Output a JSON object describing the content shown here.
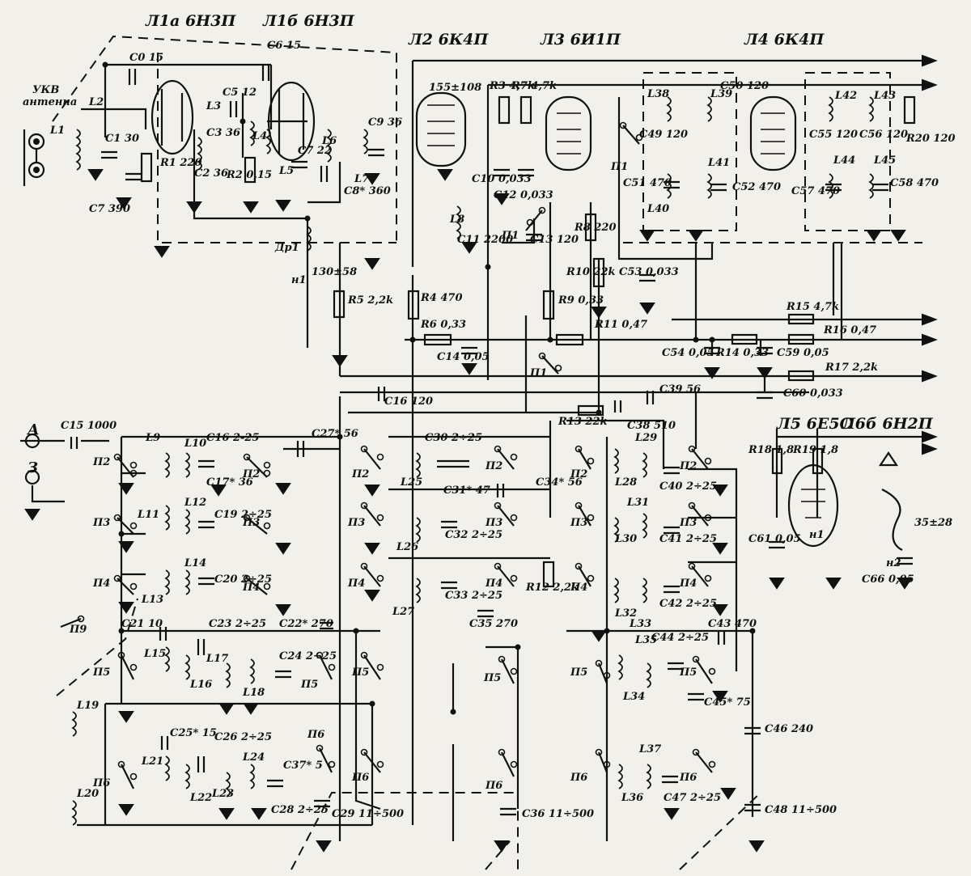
{
  "tubes": {
    "l1a": "Л1а 6Н3П",
    "l1b": "Л1б 6Н3П",
    "l2": "Л2 6К4П",
    "l3": "Л3 6И1П",
    "l4": "Л4 6К4П",
    "l5": "Л5 6Е5С",
    "l6": "Л6б 6Н2П"
  },
  "antenna": {
    "label_line1": "УКВ",
    "label_line2": "антенна"
  },
  "inputs": {
    "a": "А",
    "z": "З"
  },
  "labels": {
    "c0": "C0 15",
    "c6": "C6 15",
    "c5": "C5 12",
    "c3": "C3 36",
    "c2": "C2 36",
    "c1": "C1 30",
    "c7": "C7 22",
    "c9": "C9 36",
    "c8": "C8* 360",
    "c_ant": "C7 390",
    "r1": "R1 220",
    "r2": "R2 0,15",
    "l1": "L1",
    "l2": "L2",
    "l3": "L3",
    "l4": "L4",
    "l5": "L5",
    "l6": "L6",
    "l7": "L7",
    "dr1": "Др1",
    "h1": "н1",
    "r5": "R5 2,2k",
    "r5x": "130±58",
    "r3": "R3 4,7k",
    "r7": "R7 4,7k",
    "c10": "C10 0,033",
    "c11": "C11 2200",
    "l8": "L8",
    "c155": "155±108",
    "c12": "C12 0,033",
    "c13": "C13 120",
    "r8": "R8 220",
    "r10": "R10 22k",
    "r9": "R9 0,33",
    "r11": "R11 0,47",
    "r4": "R4 470",
    "r6": "R6 0,33",
    "c14": "C14 0,05",
    "c16": "C16 120",
    "r13": "R13 22k",
    "c38": "C38 510",
    "c39": "C39 56",
    "c53": "C53 0,033",
    "c54": "C54 0,05",
    "r14": "R14 0,33",
    "c59": "C59 0,05",
    "r15": "R15 4,7k",
    "r16": "R16 0,47",
    "r17": "R17 2,2k",
    "c60": "C60 0,033",
    "l38": "L38",
    "l39": "L39",
    "l40": "L40",
    "l41": "L41",
    "c49": "C49 120",
    "c50": "C50 120",
    "c51": "C51 470",
    "c52": "C52 470",
    "l42": "L42",
    "l43": "L43",
    "l44": "L44",
    "l45": "L45",
    "c55": "C55 120",
    "c56": "C56 120",
    "c57": "C57 470",
    "c58": "C58 470",
    "r20": "R20 120",
    "c15": "C15 1000",
    "l9": "L9",
    "l10": "L10",
    "c16b": "C16 2-25",
    "c17": "C17* 36",
    "c27": "C27* 56",
    "l11": "L11",
    "l12": "L12",
    "c19": "C19 2÷25",
    "l13": "L13",
    "l14": "L14",
    "c20": "C20 2÷25",
    "c21": "C21 10",
    "c23": "C23 2÷25",
    "c22": "C22* 270",
    "l15": "L15",
    "l16": "L16",
    "l17": "L17",
    "l18": "L18",
    "c24": "C24 2÷25",
    "l19": "L19",
    "l20": "L20",
    "l21": "L21",
    "l22": "L22",
    "l23": "L23",
    "l24": "L24",
    "c25": "C25* 15",
    "c26": "C26 2÷25",
    "c28": "C28 2÷25",
    "c29": "C29 11÷500",
    "c37": "C37* 5",
    "c30": "C30 2÷25",
    "c31": "C31* 47",
    "c34": "C34* 56",
    "l25": "L25",
    "l26": "L26",
    "l27": "L27",
    "c32": "C32 2÷25",
    "c33": "C33 2÷25",
    "c35": "C35 270",
    "r12": "R12 2,2k",
    "c36": "C36 11÷500",
    "l28": "L28",
    "l29": "L29",
    "l30": "L30",
    "l31": "L31",
    "l32": "L32",
    "l33": "L33",
    "l34": "L34",
    "l35": "L35",
    "l36": "L36",
    "l37": "L37",
    "c40": "C40 2÷25",
    "c41": "C41 2÷25",
    "c42": "C42 2÷25",
    "c43": "C43 470",
    "c44": "C44 2÷25",
    "c45": "C45* 75",
    "c46": "C46 240",
    "c47": "C47 2÷25",
    "c48": "C48 11÷500",
    "r18": "R18 1,8",
    "r19": "R19 1,8",
    "c61": "C61 0,05",
    "c66": "C66 0,05",
    "x35": "35±28",
    "h2": "н2"
  },
  "switches": {
    "p1": "П1",
    "p2": "П2",
    "p3": "П3",
    "p4": "П4",
    "p5": "П5",
    "p6": "П6",
    "p9": "П9"
  }
}
